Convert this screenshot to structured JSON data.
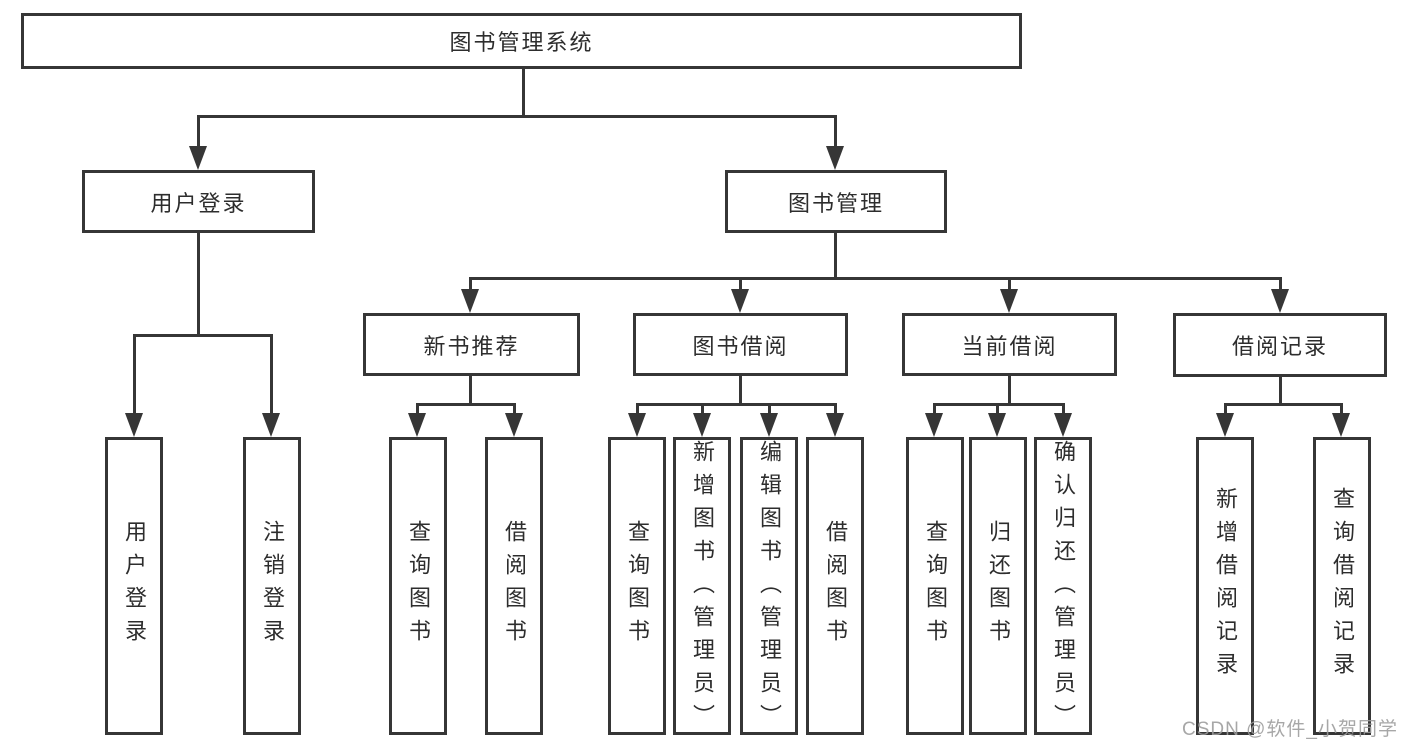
{
  "watermark": "CSDN @软件_小贺同学",
  "colors": {
    "line": "#363636",
    "text": "#2d2d2d",
    "watermark_gray": "#9c9c9c",
    "background": "#ffffff"
  },
  "tree": {
    "root": {
      "label": "图书管理系统"
    },
    "children": [
      {
        "label": "用户登录",
        "children": [
          {
            "label": "用户登录"
          },
          {
            "label": "注销登录"
          }
        ]
      },
      {
        "label": "图书管理",
        "children": [
          {
            "label": "新书推荐",
            "children": [
              {
                "label": "查询图书"
              },
              {
                "label": "借阅图书"
              }
            ]
          },
          {
            "label": "图书借阅",
            "children": [
              {
                "label": "查询图书"
              },
              {
                "label": "新增图书（管理员）"
              },
              {
                "label": "编辑图书（管理员）"
              },
              {
                "label": "借阅图书"
              }
            ]
          },
          {
            "label": "当前借阅",
            "children": [
              {
                "label": "查询图书"
              },
              {
                "label": "归还图书"
              },
              {
                "label": "确认归还（管理员）"
              }
            ]
          },
          {
            "label": "借阅记录",
            "children": [
              {
                "label": "新增借阅记录"
              },
              {
                "label": "查询借阅记录"
              }
            ]
          }
        ]
      }
    ]
  }
}
